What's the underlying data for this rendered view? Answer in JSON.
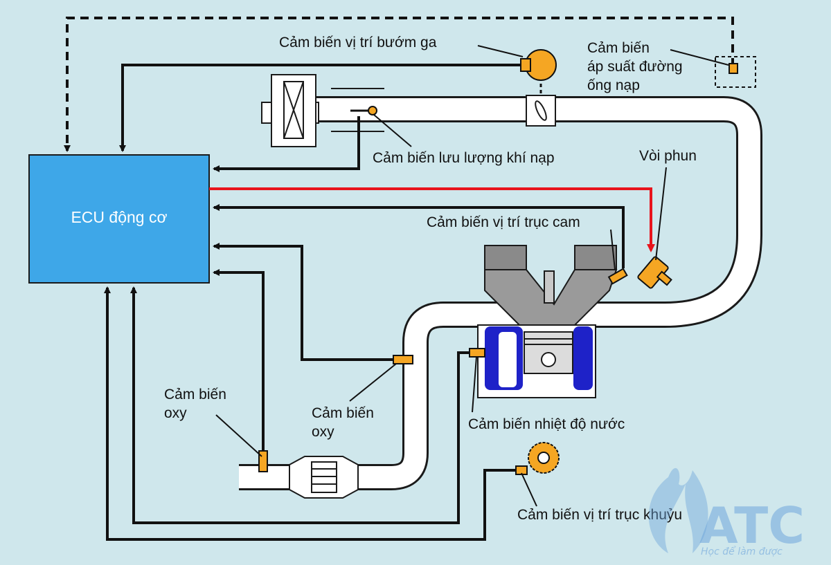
{
  "ecu": {
    "label": "ECU động cơ",
    "color": "#3ea7e8"
  },
  "labels": {
    "throttle_position": "Cảm biến vị trí bướm ga",
    "map_sensor_line1": "Cảm biến",
    "map_sensor_line2": "áp suất đường",
    "map_sensor_line3": "ống nạp",
    "air_flow": "Cảm biến lưu lượng khí nạp",
    "injector": "Vòi phun",
    "cam_position": "Cảm biến vị trí trục cam",
    "oxy_left_line1": "Cảm biến",
    "oxy_left_line2": "oxy",
    "oxy_mid_line1": "Cảm biến",
    "oxy_mid_line2": "oxy",
    "coolant_temp": "Cảm biến nhiệt độ nước",
    "crank_position": "Cảm biến vị trí trục khuỷu"
  },
  "logo": {
    "text": "ATC",
    "tagline": "Học để làm được"
  },
  "colors": {
    "background": "#cfe7ec",
    "sensor": "#f5a623",
    "signal_out": "#e8141c",
    "coolant": "#1e22c8",
    "pipe": "#ffffff",
    "engine": "#8a8a8a"
  }
}
